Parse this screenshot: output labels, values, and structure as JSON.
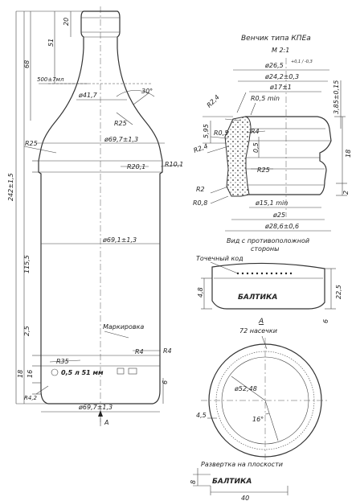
{
  "left": {
    "dims_top": [
      "20",
      "51",
      "68"
    ],
    "vol_label": "500±7мл",
    "d_neck": "ø41,7",
    "angle": "30°",
    "r25a": "R25",
    "r25b": "R25",
    "d_shoulder": "ø69,7±1,3",
    "r20": "R20,1",
    "r10": "R10,1",
    "h_total": "242±1,5",
    "h_body": "115,5",
    "d_body": "ø69,1±1,3",
    "marking": "Маркировка",
    "h25": "2,5",
    "r35": "R35",
    "r4a": "R4",
    "r4b": "R4",
    "h18": "18",
    "h16": "16",
    "r84": "R4,2",
    "h6": "6",
    "bottle_text": "0,5 л 51 мм",
    "d_bottom": "ø69,7±1,3",
    "arrow_a": "A"
  },
  "right": {
    "title": "Венчик типа КПЕа",
    "scale": "М 2:1",
    "d265": "ø26,5",
    "d265_tol": "+0,1 / -0,3",
    "d242": "ø24,2±0,3",
    "d17": "ø17±1",
    "d385": "3,85±0,15",
    "r24": "R2,4",
    "r05min": "R0,5 min",
    "h595": "5,95",
    "r05": "R0,5",
    "r4": "R4",
    "r24b": "R2,4",
    "h05": "0,5",
    "h18": "18",
    "r25": "R25",
    "r2": "R2",
    "r08": "R0,8",
    "h2": "2",
    "d151": "ø15,1 min",
    "d25": "ø25",
    "d286": "ø28,6±0,6",
    "view_opposite": "Вид с противоположной стороны",
    "dot_code": "Точечный код",
    "h48": "4,8",
    "h225": "22,5",
    "brand": "БАЛТИКА",
    "view_a": "A",
    "h6": "6",
    "notches": "72 насечки",
    "d5248": "ø52,48",
    "w45": "4,5",
    "a16": "16°",
    "unfold": "Развертка на плоскости",
    "h8": "8",
    "w40": "40"
  }
}
